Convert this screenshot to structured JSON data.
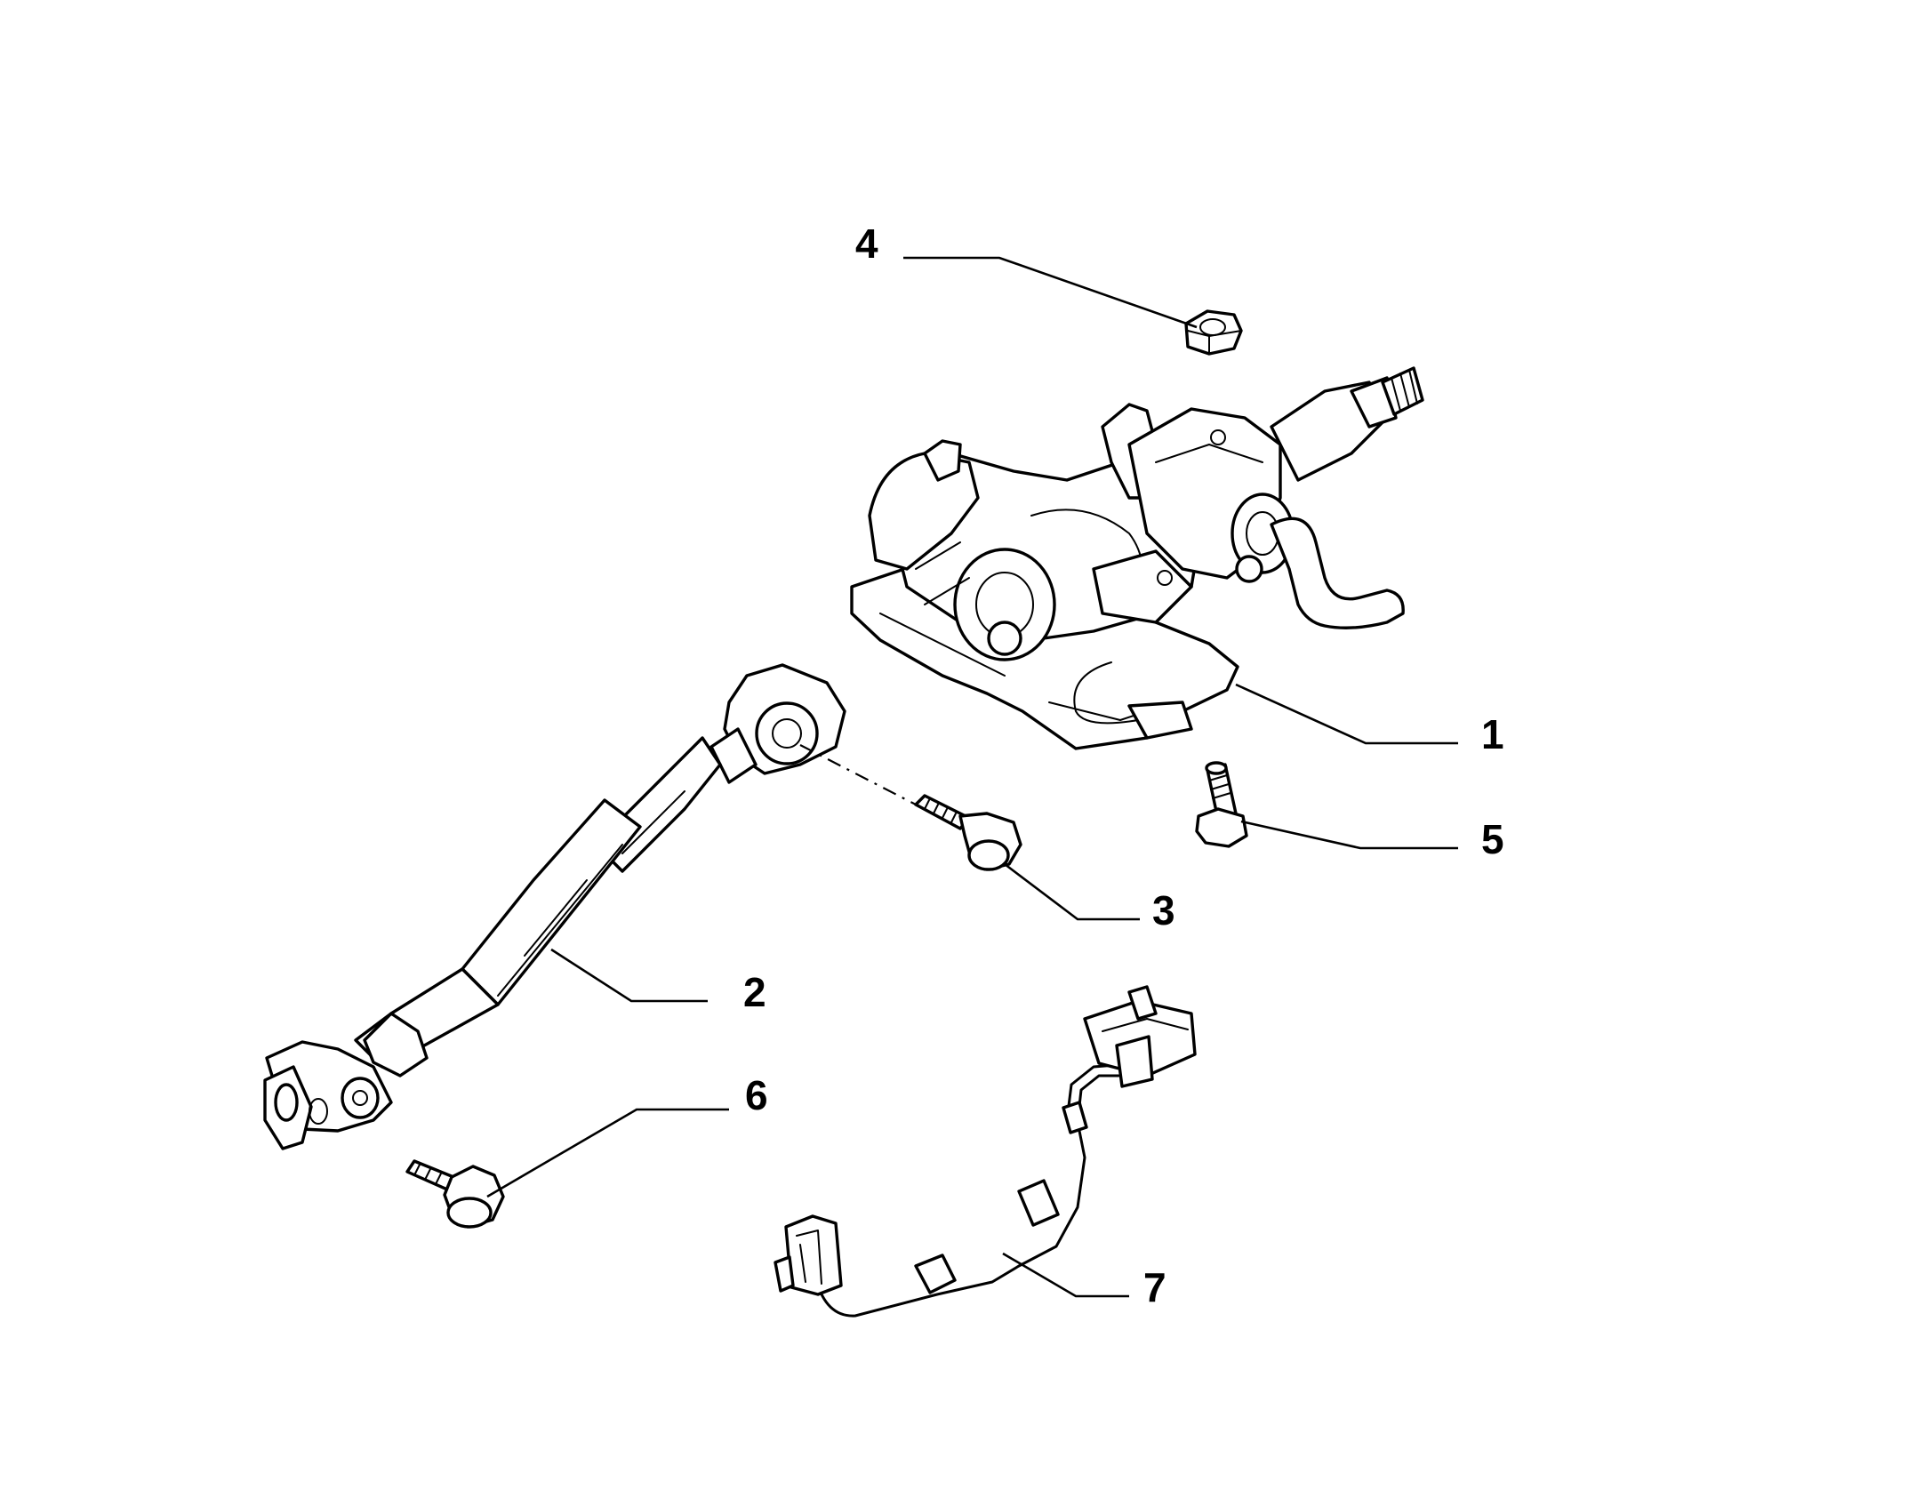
{
  "callouts": [
    {
      "id": "c1",
      "label": "1"
    },
    {
      "id": "c2",
      "label": "2"
    },
    {
      "id": "c3",
      "label": "3"
    },
    {
      "id": "c4",
      "label": "4"
    },
    {
      "id": "c5",
      "label": "5"
    },
    {
      "id": "c6",
      "label": "6"
    },
    {
      "id": "c7",
      "label": "7"
    }
  ],
  "colors": {
    "line": "#000000",
    "background": "#ffffff"
  }
}
